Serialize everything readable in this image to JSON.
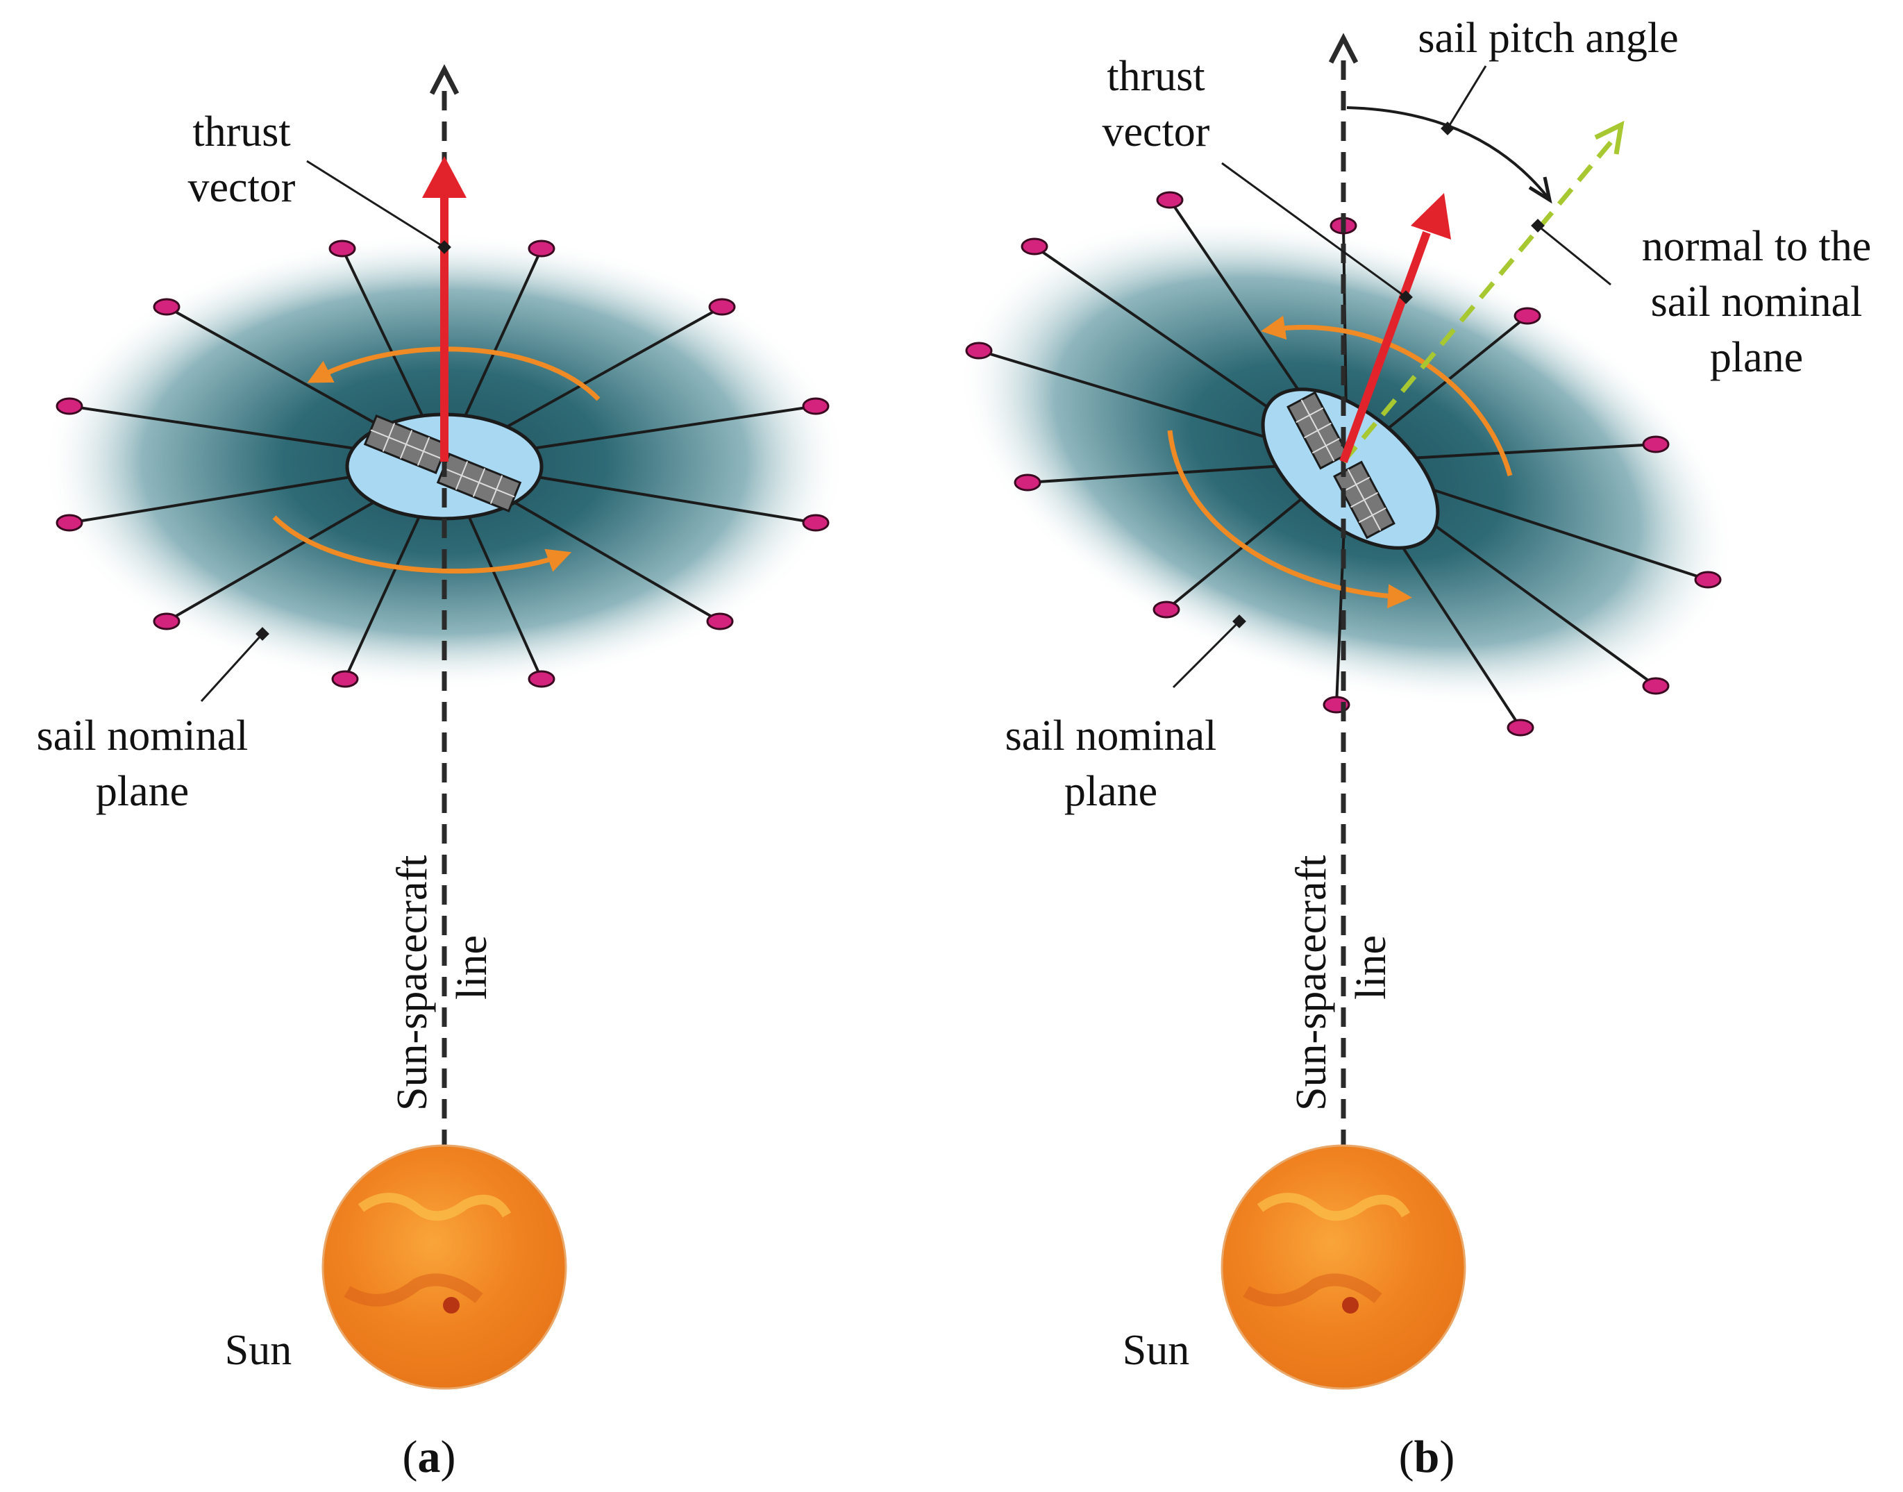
{
  "panels": [
    {
      "id": "a",
      "caption_open": "(",
      "caption_letter": "a",
      "caption_close": ")",
      "thrust_label": [
        "thrust",
        "vector"
      ],
      "sail_label": [
        "sail nominal",
        "plane"
      ],
      "line_label": [
        "Sun-spacecraft",
        "line"
      ],
      "sun_label": "Sun"
    },
    {
      "id": "b",
      "caption_open": "(",
      "caption_letter": "b",
      "caption_close": ")",
      "thrust_label": [
        "thrust",
        "vector"
      ],
      "sail_label": [
        "sail nominal",
        "plane"
      ],
      "line_label": [
        "Sun-spacecraft",
        "line"
      ],
      "sun_label": "Sun",
      "pitch_label": "sail pitch angle",
      "normal_label": [
        "normal to the",
        "sail nominal",
        "plane"
      ]
    }
  ],
  "colors": {
    "thrust": "#e3232b",
    "normal": "#a8c832",
    "spin": "#f08a24",
    "disc": "#a9d8f2",
    "sail_dark": "#235a66",
    "tip": "#d4237d",
    "sun": "#f28a1a"
  }
}
